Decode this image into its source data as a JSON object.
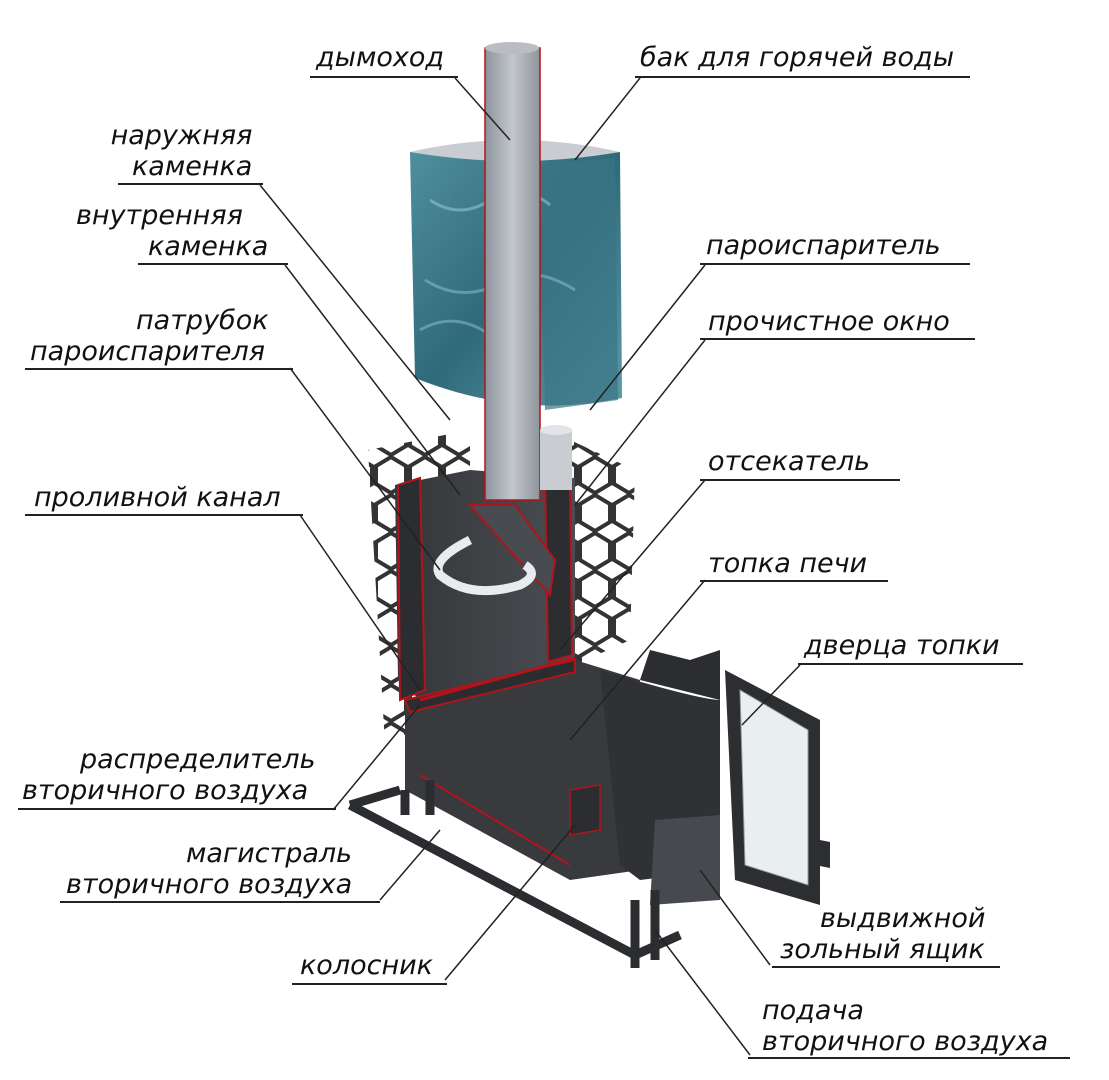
{
  "labels": {
    "chimney": "дымоход",
    "hot_water_tank": "бак для горячей воды",
    "outer_heater": [
      "наружняя",
      "каменка"
    ],
    "inner_heater": [
      "внутренняя",
      "каменка"
    ],
    "steam_generator": "пароиспаритель",
    "cleaning_window": "прочистное окно",
    "steam_pipe": [
      "патрубок",
      "пароиспарителя"
    ],
    "pour_channel": "проливной канал",
    "cutter": "отсекатель",
    "firebox": "топка печи",
    "firebox_door": "дверца топки",
    "air_distributor": [
      "распределитель",
      "вторичного воздуха"
    ],
    "air_main": [
      "магистраль",
      "вторичного воздуха"
    ],
    "grate": "колосник",
    "ash_box": [
      "выдвижной",
      "зольный ящик"
    ],
    "air_supply": [
      "подача",
      "вторичного воздуха"
    ]
  },
  "colors": {
    "steel": "#3f4144",
    "steel_dark": "#2b2d30",
    "section_edge": "#b0141c",
    "pipe": "#a9aeb6",
    "water": "#3f7b8c",
    "leader": "#222222"
  }
}
